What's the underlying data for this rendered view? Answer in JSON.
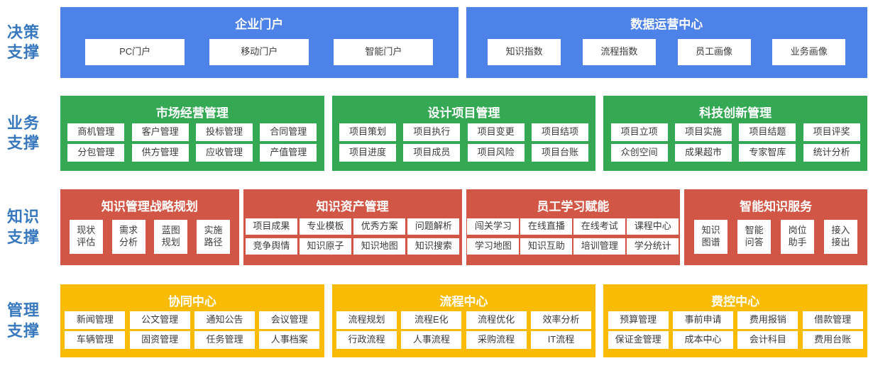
{
  "colors": {
    "decision_blue": "#4D82E8",
    "business_green": "#34A853",
    "knowledge_red": "#D25645",
    "management_yellow": "#F9BB03",
    "label_blue": "#3878BE",
    "chip_text": "#3B3B3B",
    "title_text": "#FFFFFF",
    "chip_background": "#FFFFFF"
  },
  "rows": [
    {
      "id": "decision",
      "label": "决策\n支撑",
      "color": "#4D82E8",
      "panels": [
        {
          "title": "企业门户",
          "chip_rows": [
            [
              "PC门户",
              "移动门户",
              "智能门户"
            ]
          ]
        },
        {
          "title": "数据运营中心",
          "chip_rows": [
            [
              "知识指数",
              "流程指数",
              "员工画像",
              "业务画像"
            ]
          ]
        }
      ]
    },
    {
      "id": "business",
      "label": "业务\n支撑",
      "color": "#34A853",
      "panels": [
        {
          "title": "市场经营管理",
          "chip_rows": [
            [
              "商机管理",
              "客户管理",
              "投标管理",
              "合同管理"
            ],
            [
              "分包管理",
              "供方管理",
              "应收管理",
              "产值管理"
            ]
          ]
        },
        {
          "title": "设计项目管理",
          "chip_rows": [
            [
              "项目策划",
              "项目执行",
              "项目变更",
              "项目结项"
            ],
            [
              "项目进度",
              "项目成员",
              "项目风险",
              "项目台账"
            ]
          ]
        },
        {
          "title": "科技创新管理",
          "chip_rows": [
            [
              "项目立项",
              "项目实施",
              "项目结题",
              "项目评奖"
            ],
            [
              "众创空间",
              "成果超市",
              "专家智库",
              "统计分析"
            ]
          ]
        }
      ]
    },
    {
      "id": "knowledge",
      "label": "知识\n支撑",
      "color": "#D25645",
      "panels": [
        {
          "title": "知识管理战略规划",
          "chip_rows": [
            [
              "现状\n评估",
              "需求\n分析",
              "蓝图\n规划",
              "实施\n路径"
            ]
          ]
        },
        {
          "title": "知识资产管理",
          "chip_rows": [
            [
              "项目成果",
              "专业模板",
              "优秀方案",
              "问题解析"
            ],
            [
              "竞争舆情",
              "知识原子",
              "知识地图",
              "知识搜索"
            ]
          ]
        },
        {
          "title": "员工学习赋能",
          "chip_rows": [
            [
              "闯关学习",
              "在线直播",
              "在线考试",
              "课程中心"
            ],
            [
              "学习地图",
              "知识互助",
              "培训管理",
              "学分统计"
            ]
          ]
        },
        {
          "title": "智能知识服务",
          "chip_rows": [
            [
              "知识\n图谱",
              "智能\n问答",
              "岗位\n助手",
              "接入\n接出"
            ]
          ]
        }
      ]
    },
    {
      "id": "management",
      "label": "管理\n支撑",
      "color": "#F9BB03",
      "panels": [
        {
          "title": "协同中心",
          "chip_rows": [
            [
              "新闻管理",
              "公文管理",
              "通知公告",
              "会议管理"
            ],
            [
              "车辆管理",
              "固资管理",
              "任务管理",
              "人事档案"
            ]
          ]
        },
        {
          "title": "流程中心",
          "chip_rows": [
            [
              "流程规划",
              "流程E化",
              "流程优化",
              "效率分析"
            ],
            [
              "行政流程",
              "人事流程",
              "采购流程",
              "IT流程"
            ]
          ]
        },
        {
          "title": "费控中心",
          "chip_rows": [
            [
              "预算管理",
              "事前申请",
              "费用报销",
              "借款管理"
            ],
            [
              "保证金管理",
              "成本中心",
              "会计科目",
              "费用台账"
            ]
          ]
        }
      ]
    }
  ]
}
